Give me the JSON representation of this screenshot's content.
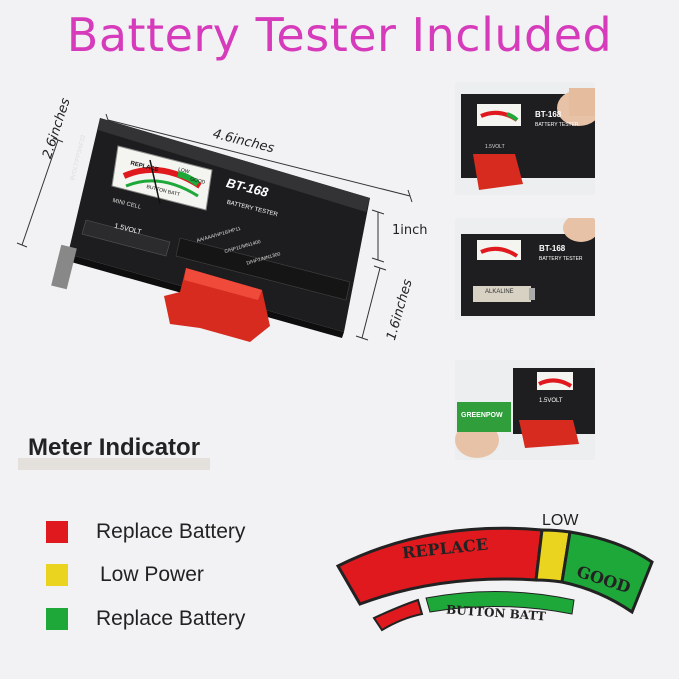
{
  "title": "Battery Tester Included",
  "colors": {
    "title": "#d63bbb",
    "red": "#e0191e",
    "yellow": "#ead41f",
    "green": "#1fa83a"
  },
  "dimensions": {
    "length": "4.6inches",
    "width": "2.6inches",
    "height": "1inch",
    "slider_height": "1.6inches"
  },
  "device": {
    "model": "BT-168",
    "subtitle": "BATTERY TESTER",
    "meter_labels": {
      "replace": "REPLACE",
      "low": "LOW",
      "good": "GOOD",
      "button": "BUTTON BATT"
    },
    "cell_label": "MINI CELL",
    "volt_label": "1.5VOLT",
    "side_label": "9VOLT/PP3/6F22",
    "slot_labels": [
      "AA/AAA/HP16/HP11",
      "C/HP11/MN1400",
      "D/HP2/MN1300"
    ]
  },
  "thumbnails": [
    {
      "label": "BT-168",
      "sub": "BATTERY TESTER",
      "volt": "1.5VOLT"
    },
    {
      "label": "BT-168",
      "sub": "BATTERY TESTER",
      "battery": "ALKALINE"
    },
    {
      "label": "1.5VOLT",
      "battery": "GREENPOW"
    }
  ],
  "meter_heading": "Meter Indicator",
  "legend": [
    {
      "label": "Replace Battery",
      "color": "#e0191e"
    },
    {
      "label": "Low Power",
      "color": "#ead41f"
    },
    {
      "label": "Replace Battery",
      "color": "#1fa83a"
    }
  ],
  "scale": {
    "replace": "REPLACE",
    "low": "LOW",
    "good": "GOOD",
    "button": "BUTTON BATT"
  }
}
